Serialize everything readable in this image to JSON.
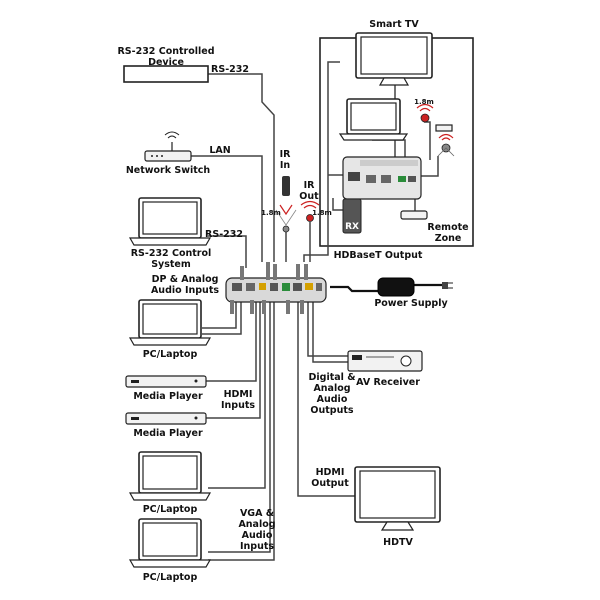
{
  "labels": {
    "smart_tv": "Smart TV",
    "rs232_controlled_device_1": "RS-232 Controlled",
    "rs232_controlled_device_2": "Device",
    "rs232_top": "RS-232",
    "lan": "LAN",
    "network_switch": "Network Switch",
    "ir_in_1": "IR",
    "ir_in_2": "In",
    "ir_out_1": "IR",
    "ir_out_2": "Out",
    "rs232_mid": "RS-232",
    "rs232_control_system_1": "RS-232 Control",
    "rs232_control_system_2": "System",
    "dp_analog_1": "DP & Analog",
    "dp_analog_2": "Audio Inputs",
    "pc_laptop_1": "PC/Laptop",
    "media_player_1": "Media Player",
    "media_player_2": "Media Player",
    "hdmi_inputs_1": "HDMI",
    "hdmi_inputs_2": "Inputs",
    "pc_laptop_2": "PC/Laptop",
    "vga_analog_1": "VGA &",
    "vga_analog_2": "Analog",
    "vga_analog_3": "Audio",
    "vga_analog_4": "Inputs",
    "pc_laptop_3": "PC/Laptop",
    "hdbaset_output": "HDBaseT Output",
    "remote_zone_1": "Remote",
    "remote_zone_2": "Zone",
    "power_supply": "Power Supply",
    "digital_analog_1": "Digital &",
    "digital_analog_2": "Analog",
    "digital_analog_3": "Audio",
    "digital_analog_4": "Outputs",
    "av_receiver": "AV Receiver",
    "hdmi_output_1": "HDMI",
    "hdmi_output_2": "Output",
    "hdtv": "HDTV",
    "rx_badge": "RX",
    "ir_dist_1": "1.8m",
    "ir_dist_2": "1.8m",
    "ir_dist_3": "1.8m"
  }
}
